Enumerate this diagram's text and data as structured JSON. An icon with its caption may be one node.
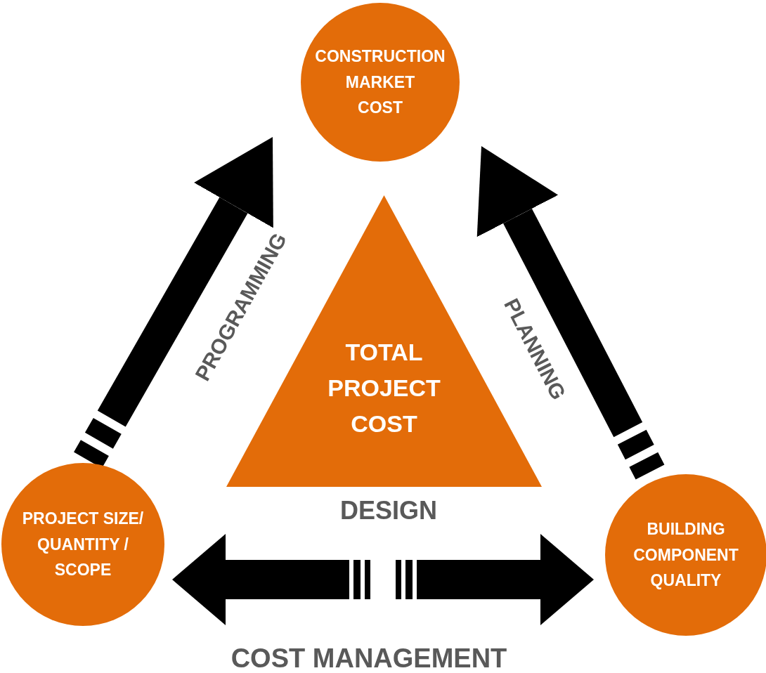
{
  "diagram": {
    "nodes": [
      {
        "text": [
          "CONSTRUCTION MARKET COST"
        ]
      },
      {
        "text": [
          "TOTAL PROJECT COST"
        ]
      },
      {
        "text": [
          "PROJECT SIZE/ QUANTITY / SCOPE"
        ]
      },
      {
        "text": [
          "BUILDING COMPONENT QUALITY"
        ]
      }
    ],
    "edges": [
      {
        "from": 2,
        "to": 0,
        "arrow": "to",
        "label": "PROGRAMMING"
      },
      {
        "from": 3,
        "to": 0,
        "arrow": "to",
        "label": "PLANNING"
      },
      {
        "from": 2,
        "to": 3,
        "arrow": "both",
        "label": "COST MANAGEMENT"
      }
    ],
    "labels": [
      "DESIGN"
    ]
  }
}
